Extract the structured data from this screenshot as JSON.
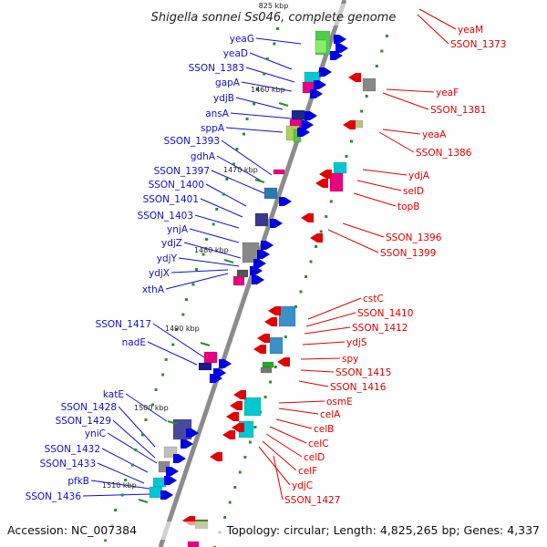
{
  "title": "Shigella sonnei Ss046, complete genome",
  "title_partial": "825 kbp",
  "accession": "Accession: NC_007384",
  "summary": "Topology: circular; Length: 4,825,265 bp; Genes: 4,337",
  "colors": {
    "plus_label": "#1010cc",
    "minus_label": "#dd0000",
    "backbone": "#8c8c8c",
    "tick": "#2e8b2e"
  },
  "ticks": [
    {
      "label": "1460 kbp"
    },
    {
      "label": "1470 kbp"
    },
    {
      "label": "1480 kbp"
    },
    {
      "label": "1490 kbp"
    },
    {
      "label": "1500 kbp"
    },
    {
      "label": "1510 kbp"
    }
  ],
  "left_labels": [
    {
      "text": "yeaG"
    },
    {
      "text": "yeaD"
    },
    {
      "text": "SSON_1383"
    },
    {
      "text": "gapA"
    },
    {
      "text": "ydjB"
    },
    {
      "text": "ansA"
    },
    {
      "text": "sppA"
    },
    {
      "text": "SSON_1393"
    },
    {
      "text": "gdhA"
    },
    {
      "text": "SSON_1397"
    },
    {
      "text": "SSON_1400"
    },
    {
      "text": "SSON_1401"
    },
    {
      "text": "SSON_1403"
    },
    {
      "text": "ynjA"
    },
    {
      "text": "ydjZ"
    },
    {
      "text": "ydjY"
    },
    {
      "text": "ydjX"
    },
    {
      "text": "xthA"
    },
    {
      "text": "SSON_1417"
    },
    {
      "text": "nadE"
    },
    {
      "text": "katE"
    },
    {
      "text": "SSON_1428"
    },
    {
      "text": "SSON_1429"
    },
    {
      "text": "yniC"
    },
    {
      "text": "SSON_1432"
    },
    {
      "text": "SSON_1433"
    },
    {
      "text": "pfkB"
    },
    {
      "text": "SSON_1436"
    }
  ],
  "right_labels": [
    {
      "text": "yeaM"
    },
    {
      "text": "SSON_1373"
    },
    {
      "text": "yeaF"
    },
    {
      "text": "SSON_1381"
    },
    {
      "text": "yeaA"
    },
    {
      "text": "SSON_1386"
    },
    {
      "text": "ydjA"
    },
    {
      "text": "selD"
    },
    {
      "text": "topB"
    },
    {
      "text": "SSON_1396"
    },
    {
      "text": "SSON_1399"
    },
    {
      "text": "cstC"
    },
    {
      "text": "SSON_1410"
    },
    {
      "text": "SSON_1412"
    },
    {
      "text": "ydjS"
    },
    {
      "text": "spy"
    },
    {
      "text": "SSON_1415"
    },
    {
      "text": "SSON_1416"
    },
    {
      "text": "osmE"
    },
    {
      "text": "celA"
    },
    {
      "text": "celB"
    },
    {
      "text": "celC"
    },
    {
      "text": "celD"
    },
    {
      "text": "celF"
    },
    {
      "text": "ydjC"
    },
    {
      "text": "SSON_1427"
    }
  ]
}
